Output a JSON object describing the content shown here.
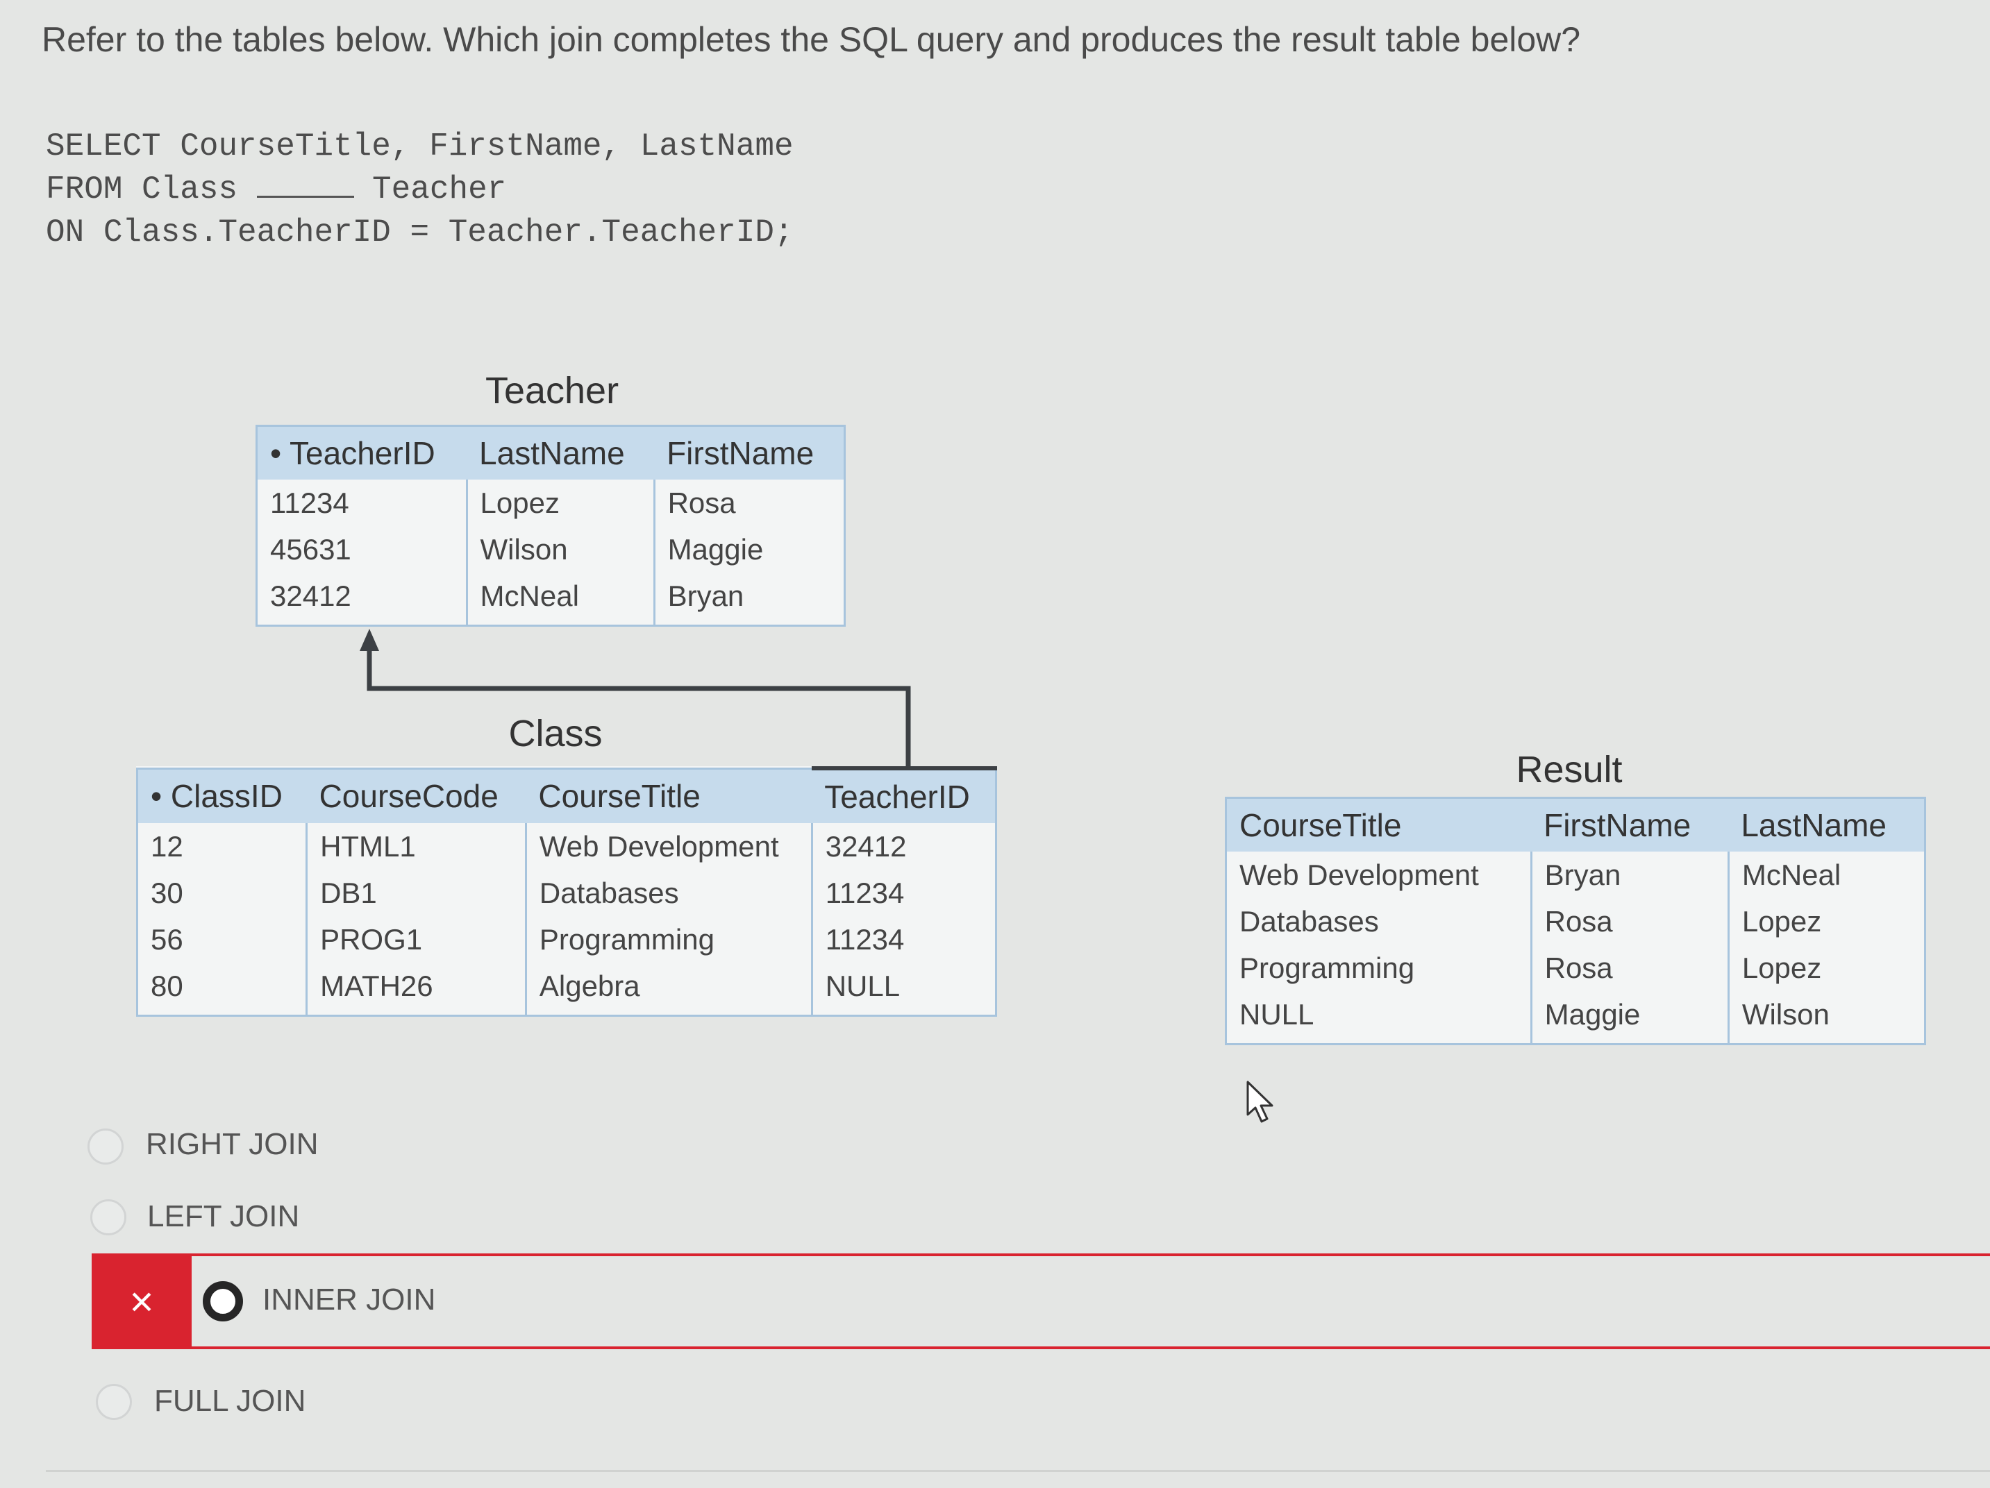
{
  "question": "Refer to the tables below. Which join completes the SQL query and produces the result table below?",
  "sql": {
    "line1": "SELECT CourseTitle, FirstName, LastName",
    "line2_before": "FROM Class",
    "line2_after": "Teacher",
    "line3": "ON Class.TeacherID = Teacher.TeacherID;"
  },
  "teacher_table": {
    "title": "Teacher",
    "headers": [
      "• TeacherID",
      "LastName",
      "FirstName"
    ],
    "rows": [
      [
        "11234",
        "Lopez",
        "Rosa"
      ],
      [
        "45631",
        "Wilson",
        "Maggie"
      ],
      [
        "32412",
        "McNeal",
        "Bryan"
      ]
    ]
  },
  "class_table": {
    "title": "Class",
    "headers": [
      "• ClassID",
      "CourseCode",
      "CourseTitle",
      "TeacherID"
    ],
    "rows": [
      [
        "12",
        "HTML1",
        "Web Development",
        "32412"
      ],
      [
        "30",
        "DB1",
        "Databases",
        "11234"
      ],
      [
        "56",
        "PROG1",
        "Programming",
        "11234"
      ],
      [
        "80",
        "MATH26",
        "Algebra",
        "NULL"
      ]
    ]
  },
  "result_table": {
    "title": "Result",
    "headers": [
      "CourseTitle",
      "FirstName",
      "LastName"
    ],
    "rows": [
      [
        "Web Development",
        "Bryan",
        "McNeal"
      ],
      [
        "Databases",
        "Rosa",
        "Lopez"
      ],
      [
        "Programming",
        "Rosa",
        "Lopez"
      ],
      [
        "NULL",
        "Maggie",
        "Wilson"
      ]
    ]
  },
  "options": [
    {
      "label": "RIGHT JOIN",
      "selected": false,
      "status": ""
    },
    {
      "label": "LEFT JOIN",
      "selected": false,
      "status": ""
    },
    {
      "label": "INNER JOIN",
      "selected": true,
      "status": "incorrect"
    },
    {
      "label": "FULL JOIN",
      "selected": false,
      "status": ""
    }
  ],
  "wrong_mark": "×",
  "colors": {
    "background": "#e4e6e4",
    "table_header": "#c6dbec",
    "table_border": "#a7c4dd",
    "incorrect": "#d9232f"
  },
  "icons": [
    "mouse-cursor-icon",
    "close-icon",
    "radio-icon"
  ]
}
